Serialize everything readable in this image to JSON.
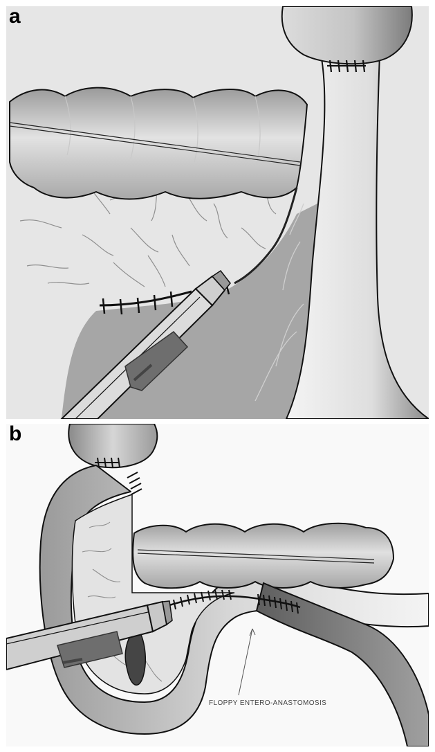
{
  "panels": [
    {
      "letter": "a"
    },
    {
      "letter": "b",
      "annotation": "FLOPPY ENTERO-ANASTOMOSIS"
    }
  ],
  "colors": {
    "background": "#e6e6e6",
    "tissue_light": "#ececec",
    "tissue_mid": "#b3b3b3",
    "tissue_dark": "#707070",
    "outline": "#111111",
    "stapler_body": "#dcdcdc",
    "stapler_window": "#6e6e6e"
  }
}
